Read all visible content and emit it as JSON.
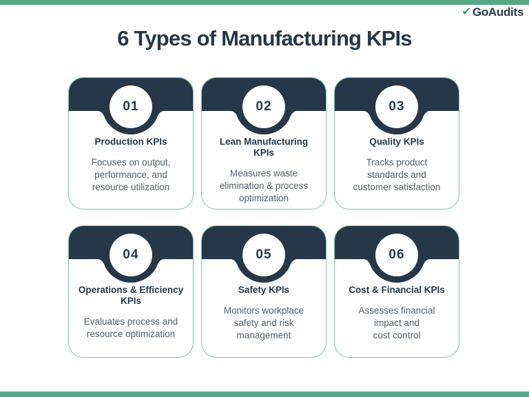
{
  "page": {
    "title": "6 Types of Manufacturing KPIs"
  },
  "brand": {
    "check_glyph": "✔",
    "name": "GoAudits"
  },
  "colors": {
    "accent_green": "#55a788",
    "border_green": "#7cc5a2",
    "navy": "#263847",
    "title_navy": "#24384a",
    "text_gray": "#505c68",
    "logo_green": "#2ea36e"
  },
  "cards": [
    {
      "number": "01",
      "title": "Production KPIs",
      "description": "Focuses on output,\nperformance, and\nresource utilization"
    },
    {
      "number": "02",
      "title": "Lean Manufacturing\nKPIs",
      "description": "Measures waste\nelimination & process\noptimization"
    },
    {
      "number": "03",
      "title": "Quality KPIs",
      "description": "Tracks product\nstandards and\ncustomer satisfaction"
    },
    {
      "number": "04",
      "title": "Operations & Efficiency\nKPIs",
      "description": "Evaluates process and\nresource optimization"
    },
    {
      "number": "05",
      "title": "Safety KPIs",
      "description": "Monitors workplace\nsafety and risk\nmanagement"
    },
    {
      "number": "06",
      "title": "Cost & Financial KPIs",
      "description": "Assesses financial\nimpact and\ncost control"
    }
  ]
}
